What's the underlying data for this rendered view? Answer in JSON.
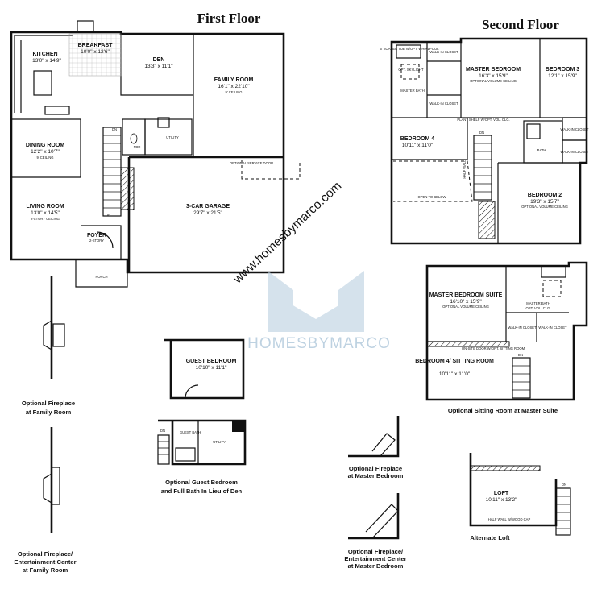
{
  "titles": {
    "first_floor": "First Floor",
    "second_floor": "Second Floor"
  },
  "first_floor": {
    "kitchen": {
      "name": "KITCHEN",
      "dims": "13'0\" x 14'9\""
    },
    "breakfast": {
      "name": "BREAKFAST",
      "dims": "10'0\" x 12'6\""
    },
    "den": {
      "name": "DEN",
      "dims": "13'3\" x 11'1\""
    },
    "family_room": {
      "name": "FAMILY ROOM",
      "dims": "16'1\" x 22'10\"",
      "note": "9' CEILING"
    },
    "dining_room": {
      "name": "DINING ROOM",
      "dims": "12'2\" x 10'7\"",
      "note": "9' CEILING"
    },
    "living_room": {
      "name": "LIVING ROOM",
      "dims": "13'0\" x 14'5\"",
      "note": "2-STORY CEILING"
    },
    "garage": {
      "name": "3-CAR GARAGE",
      "dims": "29'7\" x 21'5\""
    },
    "foyer": {
      "name": "FOYER",
      "note": "2-STORY"
    },
    "porch": "PORCH",
    "pdr": "PDR",
    "utility": "UTILITY",
    "dn": "DN",
    "up": "UP",
    "service_door": "OPTIONAL SERVICE DOOR"
  },
  "second_floor": {
    "master_bedroom": {
      "name": "MASTER BEDROOM",
      "dims": "16'3\" x 15'9\"",
      "note": "OPTIONAL VOLUME CEILING"
    },
    "bedroom3": {
      "name": "BEDROOM 3",
      "dims": "12'1\" x 15'9\""
    },
    "bedroom4": {
      "name": "BEDROOM 4",
      "dims": "10'11\" x 11'0\""
    },
    "bedroom2": {
      "name": "BEDROOM 2",
      "dims": "19'3\" x 15'7\"",
      "note": "OPTIONAL VOLUME CEILING"
    },
    "master_bath": "MASTER BATH",
    "walk_in_closet": "WALK-IN CLOSET",
    "bath": "BATH",
    "open_to_below": "OPEN TO BELOW",
    "plant_shelf": "PLANT SHELF W/OPT. VOL. CLG.",
    "half_wall": "HALF WALL",
    "dn": "DN",
    "soaker_tub": "6' SOAKER TUB W/OPT. WHIRLPOOL",
    "skylight": "OPT. SKYLIGHT"
  },
  "sitting_room_option": {
    "suite": {
      "name": "MASTER BEDROOM SUITE",
      "dims": "16'10\" x 15'9\"",
      "note": "OPTIONAL VOLUME CEILING"
    },
    "master_bath": {
      "name": "MASTER BATH",
      "note": "OPT. VOL. CLG."
    },
    "walk_in_closet": "WALK-IN CLOSET",
    "sitting": {
      "name": "BEDROOM 4/ SITTING ROOM",
      "dims": "10'11\" x 11'0\""
    },
    "door_note": "ON-SITE DOOR W/OPT. SITTING ROOM",
    "dn": "DN",
    "caption": "Optional Sitting Room at Master Suite"
  },
  "guest_bedroom_option": {
    "name": "GUEST BEDROOM",
    "dims": "10'10\" x 11'1\""
  },
  "guest_bath_option": {
    "guest_bath": "GUEST BATH",
    "utility": "UTILITY",
    "dn": "DN",
    "caption_line1": "Optional Guest Bedroom",
    "caption_line2": "and Full Bath In Lieu of Den"
  },
  "loft_option": {
    "name": "LOFT",
    "dims": "10'11\" x 13'2\"",
    "half_wall": "HALF WALL W/WOOD CAP",
    "dn": "DN",
    "caption": "Alternate Loft"
  },
  "captions": {
    "fireplace_family_line1": "Optional Fireplace",
    "fireplace_family_line2": "at Family Room",
    "ent_family_line1": "Optional Fireplace/",
    "ent_family_line2": "Entertainment Center",
    "ent_family_line3": "at Family Room",
    "fireplace_master_line1": "Optional Fireplace",
    "fireplace_master_line2": "at Master Bedroom",
    "ent_master_line1": "Optional Fireplace/",
    "ent_master_line2": "Entertainment Center",
    "ent_master_line3": "at Master Bedroom"
  },
  "watermark": {
    "url": "www.homesbymarco.com",
    "brand": "HOMESBYMARCO",
    "color": "#a9c3d8"
  }
}
